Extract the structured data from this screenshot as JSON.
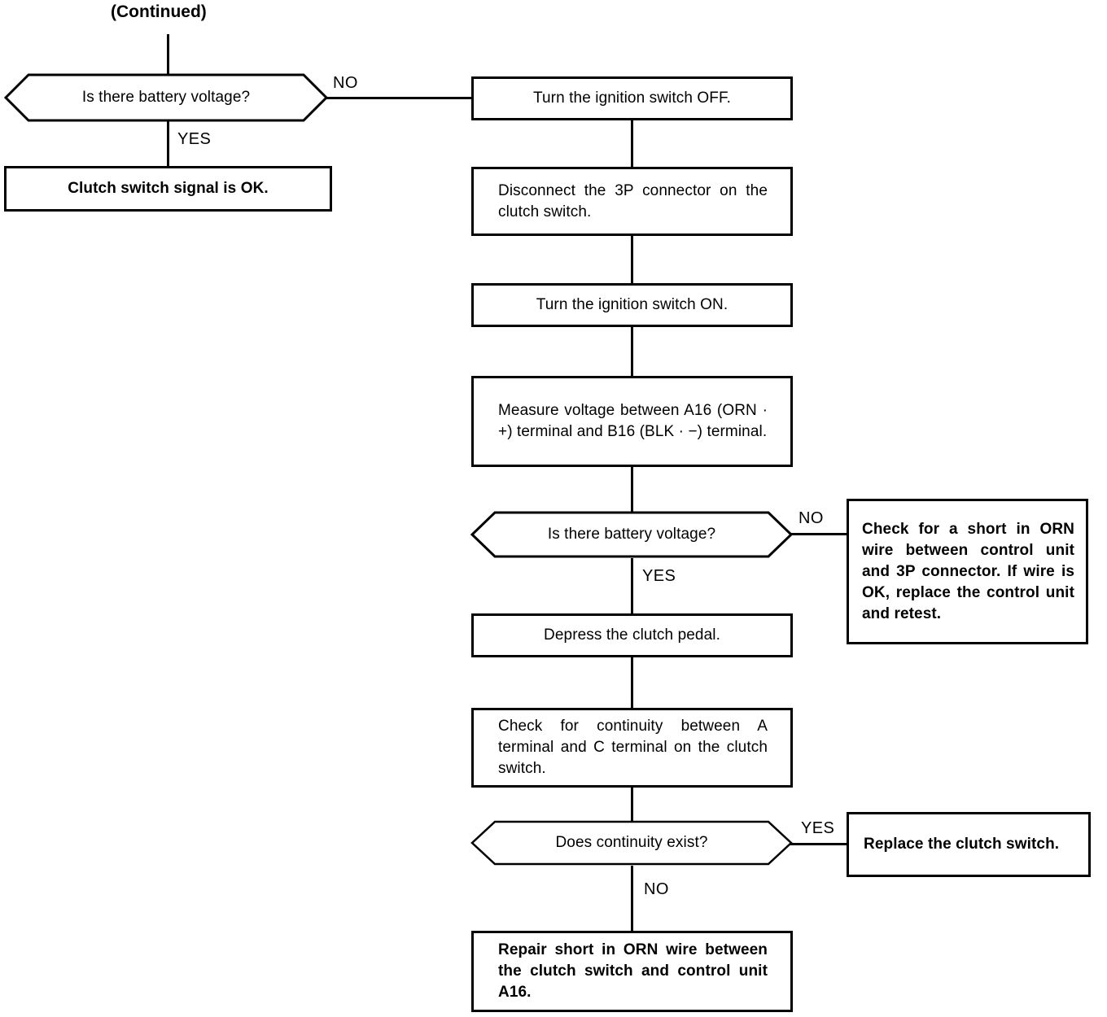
{
  "diagram": {
    "title": "(Continued)",
    "header_label": "(Continued)"
  },
  "nodes": {
    "decision_battery_voltage_top": "Is there battery voltage?",
    "terminal_clutch_ok": "Clutch switch signal is OK.",
    "process_ignition_off": "Turn the ignition switch OFF.",
    "process_disconnect_3p": "Disconnect the 3P connector on the clutch switch.",
    "process_ignition_on": "Turn the ignition switch ON.",
    "process_measure_voltage": "Measure voltage between A16 (ORN · +) terminal and B16 (BLK · −) terminal.",
    "decision_battery_voltage_mid": "Is there battery voltage?",
    "action_check_short_orn": "Check for a short in ORN wire between control unit and 3P connector. If wire is OK, replace the control unit and retest.",
    "process_depress_clutch": "Depress the clutch pedal.",
    "process_check_continuity": "Check for continuity between A terminal and C terminal on the clutch switch.",
    "decision_continuity": "Does continuity exist?",
    "action_replace_switch": "Replace the clutch switch.",
    "action_repair_short": "Repair short in ORN wire between the clutch switch and control unit A16."
  },
  "branch_labels": {
    "top_no": "NO",
    "top_yes": "YES",
    "mid_no": "NO",
    "mid_yes": "YES",
    "bottom_yes": "YES",
    "bottom_no": "NO"
  },
  "colors": {
    "stroke": "#000000",
    "background": "#ffffff",
    "text": "#000000"
  }
}
